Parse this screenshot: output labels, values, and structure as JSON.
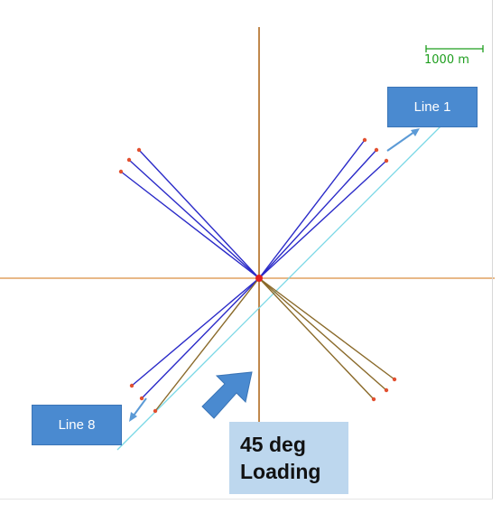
{
  "scale_bar": {
    "label": "1000 m",
    "color": "#1e9e1e"
  },
  "callouts": {
    "line_1": "Line 1",
    "line_8": "Line 8",
    "color": "#4a8ad0"
  },
  "loading": {
    "line1": "45 deg",
    "line2": "Loading",
    "arrow_color": "#4a8ad0",
    "box_color": "#bdd7ee"
  },
  "colors": {
    "axes": "#d08a3a",
    "mooring_blue": "#2a2ac8",
    "mooring_orange": "#8a6a2a",
    "reference_line": "#6cd0e0",
    "center": "#e02020"
  }
}
